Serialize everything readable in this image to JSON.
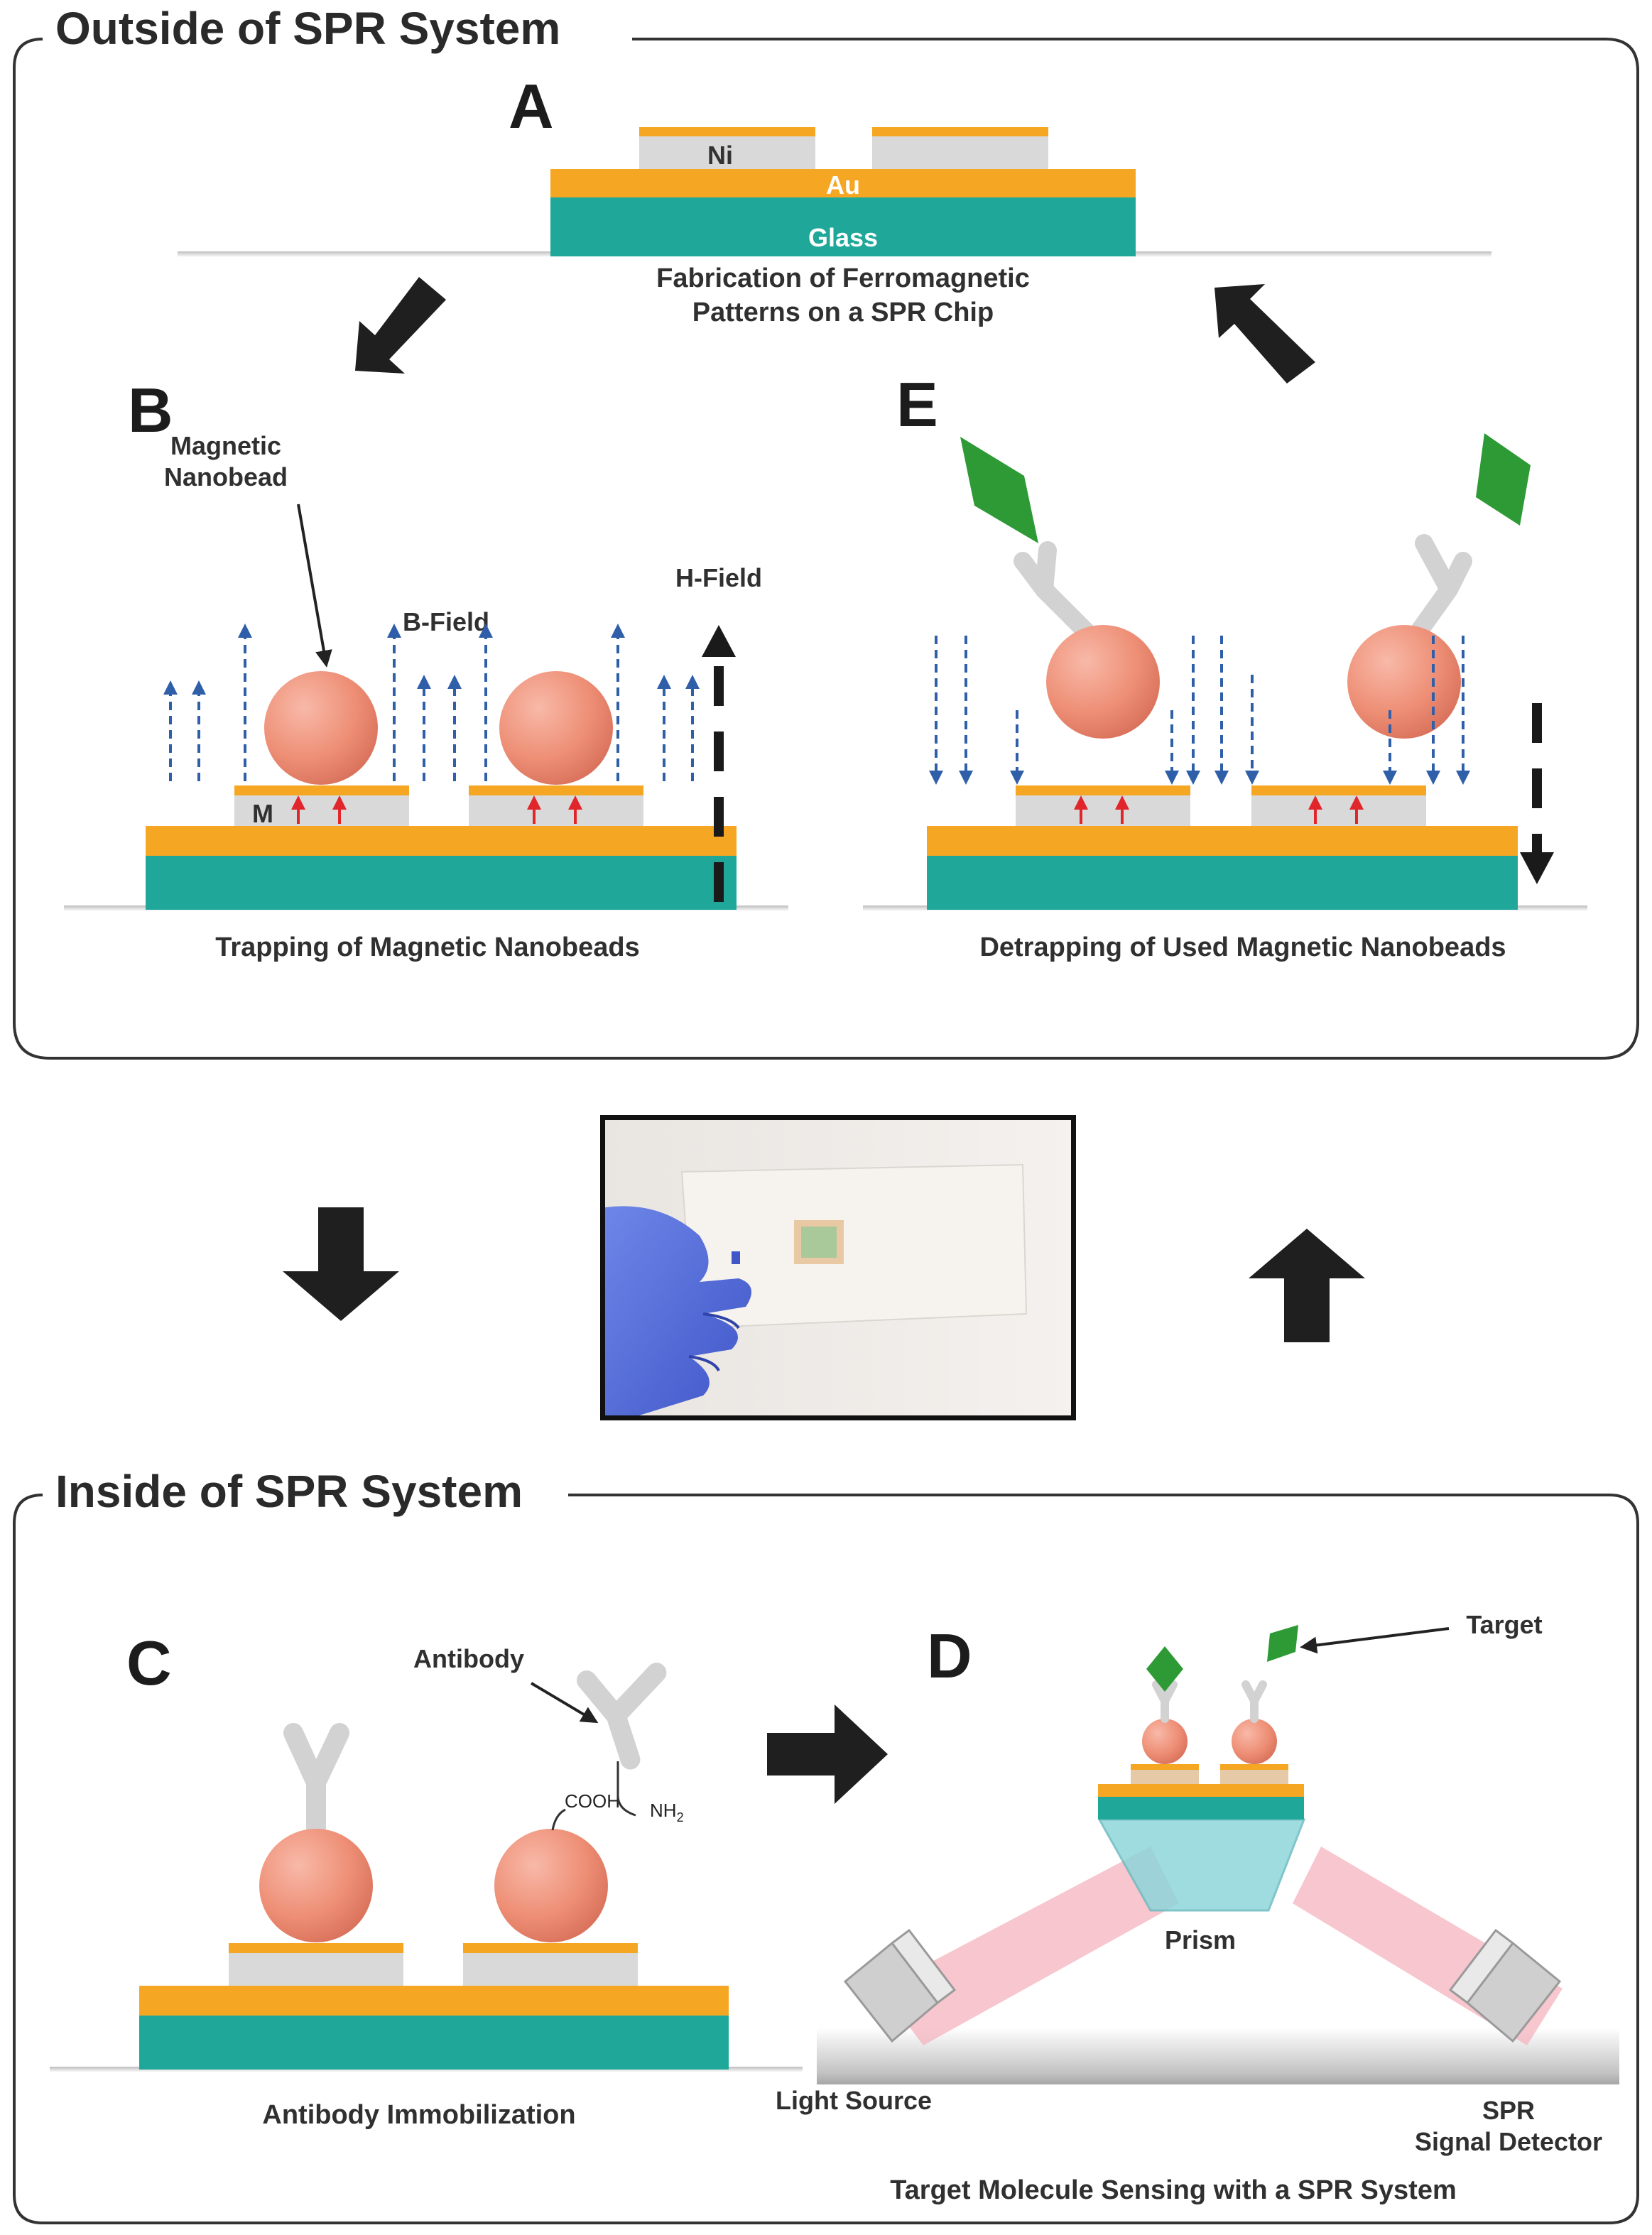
{
  "sections": {
    "outside_title": "Outside of SPR System",
    "inside_title": "Inside of SPR System"
  },
  "panels": {
    "A": {
      "letter": "A",
      "layer_ni": "Ni",
      "layer_au": "Au",
      "layer_glass": "Glass",
      "caption_line1": "Fabrication of Ferromagnetic",
      "caption_line2": "Patterns on a SPR Chip"
    },
    "B": {
      "letter": "B",
      "label_nanobead_line1": "Magnetic",
      "label_nanobead_line2": "Nanobead",
      "label_bfield": "B-Field",
      "label_hfield": "H-Field",
      "label_m": "M",
      "caption": "Trapping of Magnetic Nanobeads"
    },
    "E": {
      "letter": "E",
      "caption": "Detrapping of Used Magnetic Nanobeads"
    },
    "C": {
      "letter": "C",
      "label_antibody": "Antibody",
      "label_cooh": "COOH",
      "label_nh2": "NH",
      "label_nh2_sub": "2",
      "caption": "Antibody Immobilization"
    },
    "D": {
      "letter": "D",
      "label_target": "Target",
      "label_prism": "Prism",
      "label_light_source": "Light Source",
      "label_detector_line1": "SPR",
      "label_detector_line2": "Signal Detector",
      "caption": "Target Molecule Sensing with a SPR System"
    }
  },
  "colors": {
    "gold": "#f5a623",
    "glass": "#1fa89a",
    "nickel": "#d9d9d9",
    "bead": "#ee8f76",
    "field_arrow": "#2f5fa8",
    "magnet_arrow": "#e0262b",
    "target": "#2e9a36",
    "antibody": "#d2d2d2",
    "beam": "#f6b3bd",
    "prism": "#8ed6da",
    "frame": "#333333"
  },
  "icons": {
    "process_arrow": "thick-black-arrow-icon",
    "photo": "spr-chip-photo"
  }
}
